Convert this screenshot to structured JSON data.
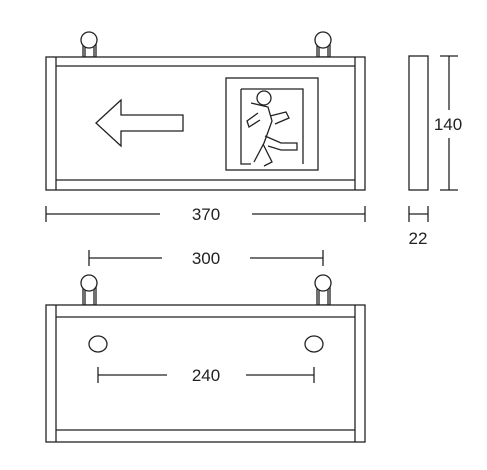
{
  "colors": {
    "line": "#222222",
    "background": "#ffffff"
  },
  "icons": {
    "arrow": "left-arrow-icon",
    "exit": "running-man-exit-icon",
    "mount_post": "mounting-post-icon",
    "mount_hole": "mounting-hole-icon"
  },
  "dimensions": {
    "front_width": "370",
    "side_depth": "22",
    "side_height": "140",
    "post_spacing": "300",
    "hole_spacing": "240"
  }
}
